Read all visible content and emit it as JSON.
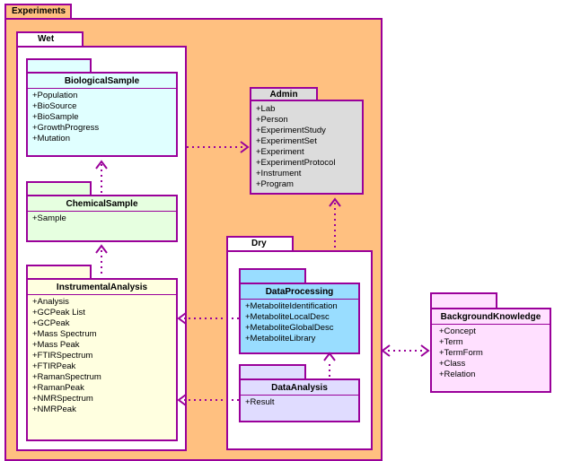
{
  "experiments": {
    "label": "Experiments"
  },
  "wet": {
    "label": "Wet"
  },
  "dry": {
    "label": "Dry"
  },
  "biological_sample": {
    "title": "BiologicalSample",
    "items": [
      "+Population",
      "+BioSource",
      "+BioSample",
      "+GrowthProgress",
      "+Mutation"
    ]
  },
  "chemical_sample": {
    "title": "ChemicalSample",
    "items": [
      "+Sample"
    ]
  },
  "instrumental_analysis": {
    "title": "InstrumentalAnalysis",
    "items": [
      "+Analysis",
      "+GCPeak List",
      "+GCPeak",
      "+Mass Spectrum",
      "+Mass Peak",
      "+FTIRSpectrum",
      "+FTIRPeak",
      "+RamanSpectrum",
      "+RamanPeak",
      "+NMRSpectrum",
      "+NMRPeak"
    ]
  },
  "admin": {
    "title": "Admin",
    "items": [
      "+Lab",
      "+Person",
      "+ExperimentStudy",
      "+ExperimentSet",
      "+Experiment",
      "+ExperimentProtocol",
      "+Instrument",
      "+Program"
    ]
  },
  "data_processing": {
    "title": "DataProcessing",
    "items": [
      "+MetaboliteIdentification",
      "+MetaboliteLocalDesc",
      "+MetaboliteGlobalDesc",
      "+MetaboliteLibrary"
    ]
  },
  "data_analysis": {
    "title": "DataAnalysis",
    "items": [
      "+Result"
    ]
  },
  "background_knowledge": {
    "title": "BackgroundKnowledge",
    "items": [
      "+Concept",
      "+Term",
      "+TermForm",
      "+Class",
      "+Relation"
    ]
  },
  "colors": {
    "border": "#9a009a",
    "experiments_fill": "#ffc080",
    "biological_fill": "#e0ffff",
    "chemical_fill": "#e6ffe0",
    "instrumental_fill": "#ffffe0",
    "admin_fill": "#dcdcdc",
    "data_processing_fill": "#99ddff",
    "data_analysis_fill": "#e0dcff",
    "background_fill": "#ffe0ff"
  }
}
